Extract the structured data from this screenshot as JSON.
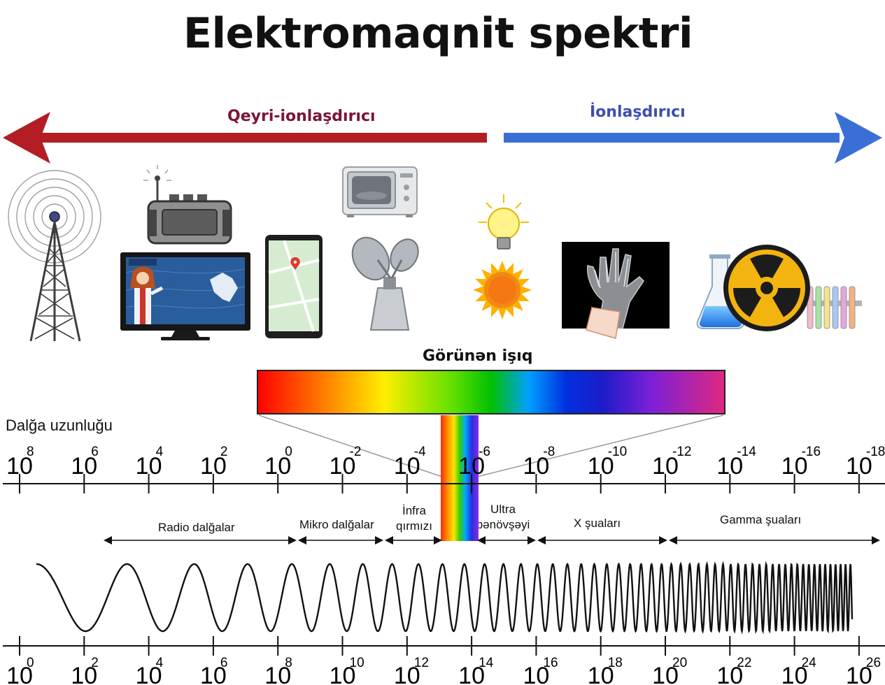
{
  "title": "Elektromaqnit spektri",
  "categories": {
    "non_ionizing": "Qeyri-ionlaşdırıcı",
    "ionizing": "İonlaşdırıcı"
  },
  "visible_light_label": "Görünən işıq",
  "wavelength_label": "Dalğa uzunluğu",
  "wavelength_scale": {
    "base": "10",
    "exponents": [
      "8",
      "6",
      "4",
      "2",
      "0",
      "-2",
      "-4",
      "-6",
      "-8",
      "-10",
      "-12",
      "-14",
      "-16",
      "-18"
    ]
  },
  "frequency_scale": {
    "base": "10",
    "exponents": [
      "0",
      "2",
      "4",
      "6",
      "8",
      "10",
      "12",
      "14",
      "16",
      "18",
      "20",
      "22",
      "24",
      "26"
    ]
  },
  "bands": [
    {
      "id": "radio",
      "lines": [
        "Radio dalğalar"
      ]
    },
    {
      "id": "micro",
      "lines": [
        "Mikro dalğalar"
      ]
    },
    {
      "id": "infrared",
      "lines": [
        "İnfra",
        "qırmızı"
      ]
    },
    {
      "id": "ultraviolet",
      "lines": [
        "Ultra",
        "bənövşəyi"
      ]
    },
    {
      "id": "xray",
      "lines": [
        "X şuaları"
      ]
    },
    {
      "id": "gamma",
      "lines": [
        "Gamma şuaları"
      ]
    }
  ],
  "icons": [
    "radio-tower-icon",
    "portable-radio-icon",
    "tv-weather-forecast-icon",
    "smartphone-map-icon",
    "microwave-oven-icon",
    "satellite-dish-icon",
    "light-bulb-icon",
    "sun-icon",
    "xray-hand-icon",
    "radiation-lab-icon"
  ],
  "colors": {
    "non_ionizing_arrow": "#b21e24",
    "ionizing_arrow": "#3a6fd6",
    "non_ionizing_text": "#7b1536",
    "ionizing_text": "#3c4fb3"
  }
}
